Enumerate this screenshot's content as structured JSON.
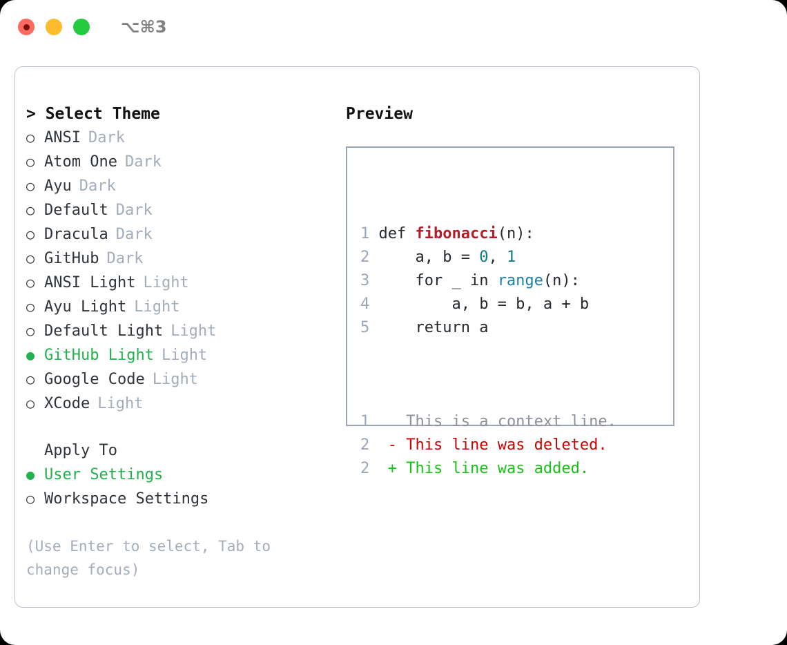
{
  "window": {
    "title": "⌥⌘3",
    "traffic_lights": [
      "close",
      "minimize",
      "maximize"
    ]
  },
  "theme_section": {
    "header": "> Select Theme",
    "items": [
      {
        "marker": "○",
        "name": "ANSI",
        "variant": "Dark",
        "selected": false
      },
      {
        "marker": "○",
        "name": "Atom One",
        "variant": "Dark",
        "selected": false
      },
      {
        "marker": "○",
        "name": "Ayu",
        "variant": "Dark",
        "selected": false
      },
      {
        "marker": "○",
        "name": "Default",
        "variant": "Dark",
        "selected": false
      },
      {
        "marker": "○",
        "name": "Dracula",
        "variant": "Dark",
        "selected": false
      },
      {
        "marker": "○",
        "name": "GitHub",
        "variant": "Dark",
        "selected": false
      },
      {
        "marker": "○",
        "name": "ANSI Light",
        "variant": "Light",
        "selected": false
      },
      {
        "marker": "○",
        "name": "Ayu Light",
        "variant": "Light",
        "selected": false
      },
      {
        "marker": "○",
        "name": "Default Light",
        "variant": "Light",
        "selected": false
      },
      {
        "marker": "●",
        "name": "GitHub Light",
        "variant": "Light",
        "selected": true
      },
      {
        "marker": "○",
        "name": "Google Code",
        "variant": "Light",
        "selected": false
      },
      {
        "marker": "○",
        "name": "XCode",
        "variant": "Light",
        "selected": false
      }
    ]
  },
  "apply_section": {
    "header": "Apply To",
    "items": [
      {
        "marker": "●",
        "name": "User Settings",
        "selected": true
      },
      {
        "marker": "○",
        "name": "Workspace Settings",
        "selected": false
      }
    ]
  },
  "hint": "(Use Enter to select, Tab to change focus)",
  "preview": {
    "header": "Preview",
    "code_lines": [
      {
        "num": "1",
        "tokens": [
          {
            "text": "def ",
            "type": "kw"
          },
          {
            "text": "fibonacci",
            "type": "func"
          },
          {
            "text": "(n):",
            "type": "plain"
          }
        ]
      },
      {
        "num": "2",
        "tokens": [
          {
            "text": "    a, b = ",
            "type": "plain"
          },
          {
            "text": "0",
            "type": "num"
          },
          {
            "text": ", ",
            "type": "plain"
          },
          {
            "text": "1",
            "type": "num"
          }
        ]
      },
      {
        "num": "3",
        "tokens": [
          {
            "text": "    for _ in ",
            "type": "plain"
          },
          {
            "text": "range",
            "type": "builtin"
          },
          {
            "text": "(n):",
            "type": "plain"
          }
        ]
      },
      {
        "num": "4",
        "tokens": [
          {
            "text": "        a, b = b, a + b",
            "type": "plain"
          }
        ]
      },
      {
        "num": "5",
        "tokens": [
          {
            "text": "    return a",
            "type": "plain"
          }
        ]
      }
    ],
    "diff_lines": [
      {
        "num": "1",
        "sign": " ",
        "text": " This is a context line.",
        "kind": "ctx"
      },
      {
        "num": "2",
        "sign": "-",
        "text": " This line was deleted.",
        "kind": "del"
      },
      {
        "num": "2",
        "sign": "+",
        "text": " This line was added.",
        "kind": "add"
      }
    ]
  },
  "colors": {
    "accent_green": "#22b14c",
    "muted": "#a3adba",
    "diff_add": "#17c217",
    "diff_del": "#cc0000",
    "func": "#b31d28",
    "number": "#0d7d7d",
    "builtin": "#1b7fa8"
  }
}
